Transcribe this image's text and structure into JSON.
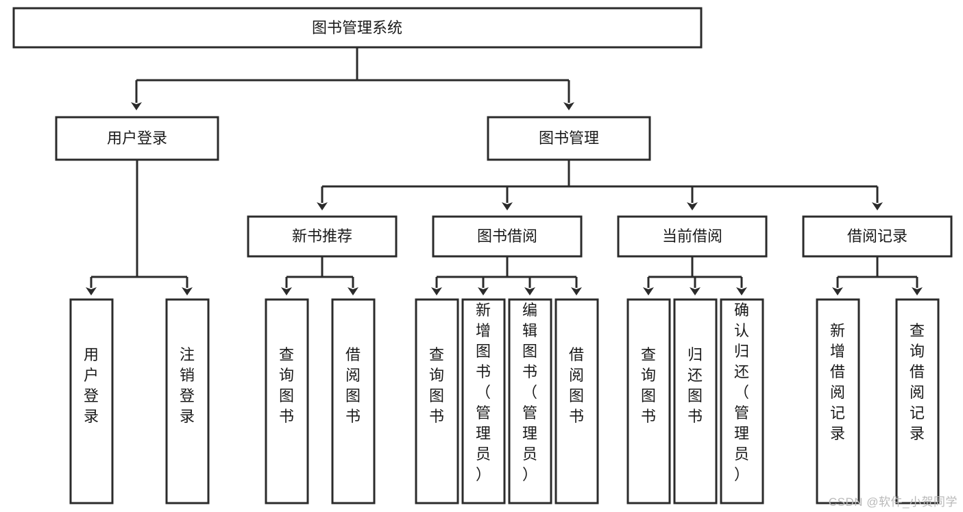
{
  "diagram": {
    "type": "tree-hierarchy-flowchart",
    "title": "图书管理系统",
    "orientation": "top-down",
    "colors": {
      "box_stroke": "#2b2b2b",
      "box_fill": "#ffffff",
      "connector": "#2b2b2b",
      "text": "#1a1a1a",
      "watermark": "#b9b9b9",
      "background": "#ffffff"
    },
    "levels": {
      "root": {
        "label": "图书管理系统"
      },
      "level2": [
        {
          "label": "用户登录"
        },
        {
          "label": "图书管理"
        }
      ],
      "level3": [
        {
          "label": "新书推荐"
        },
        {
          "label": "图书借阅"
        },
        {
          "label": "当前借阅"
        },
        {
          "label": "借阅记录"
        }
      ],
      "leaves": [
        {
          "label": "用户登录",
          "parent": "用户登录",
          "orientation": "vertical"
        },
        {
          "label": "注销登录",
          "parent": "用户登录",
          "orientation": "vertical"
        },
        {
          "label": "查询图书",
          "parent": "新书推荐",
          "orientation": "vertical"
        },
        {
          "label": "借阅图书",
          "parent": "新书推荐",
          "orientation": "vertical"
        },
        {
          "label": "查询图书",
          "parent": "图书借阅",
          "orientation": "vertical"
        },
        {
          "label": "新增图书（管理员）",
          "parent": "图书借阅",
          "orientation": "vertical"
        },
        {
          "label": "编辑图书（管理员）",
          "parent": "图书借阅",
          "orientation": "vertical"
        },
        {
          "label": "借阅图书",
          "parent": "图书借阅",
          "orientation": "vertical"
        },
        {
          "label": "查询图书",
          "parent": "当前借阅",
          "orientation": "vertical"
        },
        {
          "label": "归还图书",
          "parent": "当前借阅",
          "orientation": "vertical"
        },
        {
          "label": "确认归还（管理员）",
          "parent": "当前借阅",
          "orientation": "vertical"
        },
        {
          "label": "新增借阅记录",
          "parent": "借阅记录",
          "orientation": "vertical"
        },
        {
          "label": "查询借阅记录",
          "parent": "借阅记录",
          "orientation": "vertical"
        }
      ]
    }
  },
  "watermark": {
    "text": "CSDN @软件_小贺同学"
  }
}
